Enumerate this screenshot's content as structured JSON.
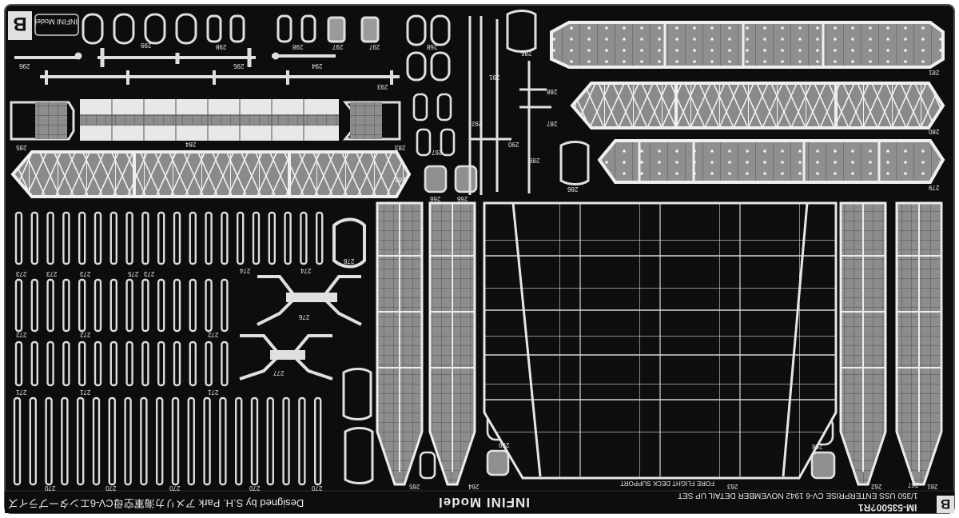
{
  "sheet": {
    "letter": "B",
    "brand_top": "INFINI Model",
    "bottom_designer": "Designed by S.H. Park アメリカ海軍空母CV-6エンタープライズ",
    "bottom_brand": "INFINI Model",
    "product_code": "IM-53500?R1",
    "product_title": "1/350 USS ENTERPRISE CV-6 1942 NOVEMBER DETAIL UP SET",
    "support_label": "FORE FLIGHT DECK SUPPORT"
  },
  "part_numbers": {
    "top_row": [
      "299",
      "298",
      "298",
      "297",
      "297",
      "296",
      "295",
      "294",
      "293",
      "292",
      "291",
      "290",
      "289",
      "288",
      "287",
      "286",
      "286"
    ],
    "mid_row": [
      "285",
      "284",
      "283",
      "282",
      "281",
      "280",
      "279",
      "278",
      "277",
      "276",
      "275",
      "274",
      "274"
    ],
    "rungs": [
      "273",
      "273",
      "273",
      "273",
      "272",
      "272",
      "272",
      "271",
      "271",
      "271"
    ],
    "bottom_row": [
      "270",
      "270",
      "270",
      "270",
      "270",
      "269",
      "268",
      "268",
      "267",
      "267",
      "266",
      "266",
      "265",
      "264",
      "263",
      "262",
      "261"
    ]
  },
  "colors": {
    "fret_black": "#0d0d0d",
    "metal": "#dcdcdc",
    "hatch_gray": "#8a8a8a"
  }
}
